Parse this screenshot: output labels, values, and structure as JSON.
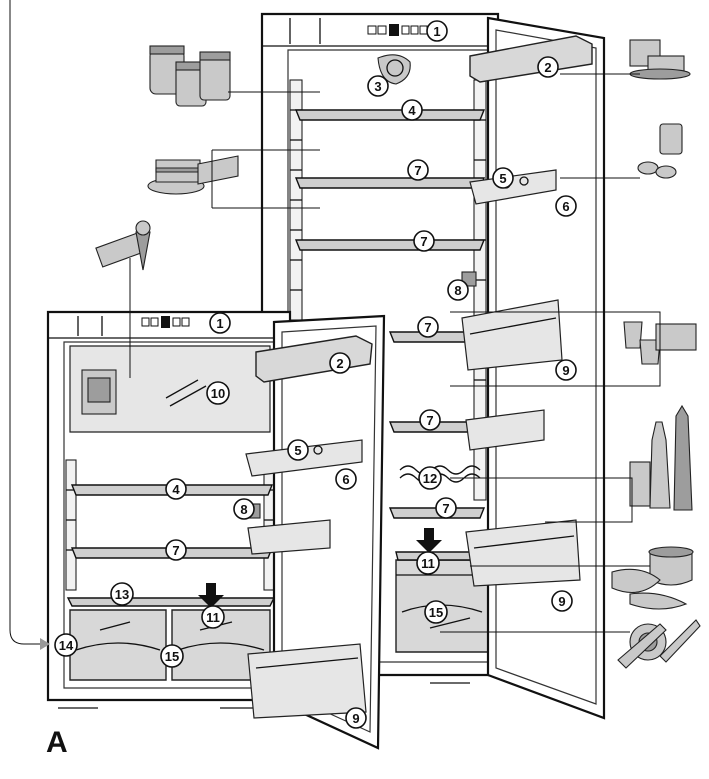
{
  "figure_label": "A",
  "callouts": [
    {
      "id": "c1-tall",
      "label": "1"
    },
    {
      "id": "c2-tall",
      "label": "2"
    },
    {
      "id": "c3-tall",
      "label": "3"
    },
    {
      "id": "c4-tall",
      "label": "4"
    },
    {
      "id": "c5-tall",
      "label": "5"
    },
    {
      "id": "c6-tall",
      "label": "6"
    },
    {
      "id": "c7a-tall",
      "label": "7"
    },
    {
      "id": "c7b-tall",
      "label": "7"
    },
    {
      "id": "c7c-tall",
      "label": "7"
    },
    {
      "id": "c7d-tall",
      "label": "7"
    },
    {
      "id": "c7e-tall",
      "label": "7"
    },
    {
      "id": "c8-tall",
      "label": "8"
    },
    {
      "id": "c9a-tall",
      "label": "9"
    },
    {
      "id": "c9b-tall",
      "label": "9"
    },
    {
      "id": "c11-tall",
      "label": "11"
    },
    {
      "id": "c12-tall",
      "label": "12"
    },
    {
      "id": "c15-tall",
      "label": "15"
    },
    {
      "id": "c1-small",
      "label": "1"
    },
    {
      "id": "c2-small",
      "label": "2"
    },
    {
      "id": "c4-small",
      "label": "4"
    },
    {
      "id": "c5-small",
      "label": "5"
    },
    {
      "id": "c6-small",
      "label": "6"
    },
    {
      "id": "c7-small",
      "label": "7"
    },
    {
      "id": "c8-small",
      "label": "8"
    },
    {
      "id": "c9-small",
      "label": "9"
    },
    {
      "id": "c10-small",
      "label": "10"
    },
    {
      "id": "c11-small",
      "label": "11"
    },
    {
      "id": "c13-small",
      "label": "13"
    },
    {
      "id": "c14-small",
      "label": "14"
    },
    {
      "id": "c15-small",
      "label": "15"
    }
  ]
}
